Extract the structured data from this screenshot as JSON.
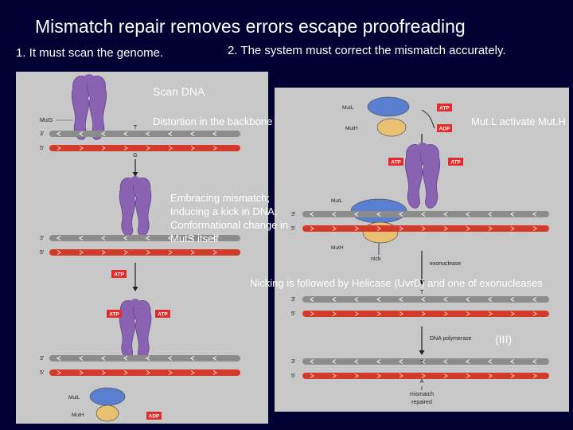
{
  "title": "Mismatch repair removes errors escape proofreading",
  "subtitle_left": "1. It must scan the genome.",
  "subtitle_right": "2. The system must correct the mismatch accurately.",
  "overlays": {
    "scan": "Scan DNA",
    "distortion": "Distortion in the backbone",
    "activate": "Mut.L activate Mut.H",
    "embrace": [
      "Embracing mismatch;",
      "Inducing a kick in DNA;",
      "Conformational change in",
      "MutS itself"
    ],
    "nicking": "Nicking is followed by Helicase (UvrD) and one of exonucleases",
    "pol_note": "(III)"
  },
  "figure_labels": {
    "muts": "MutS",
    "mutl": "MutL",
    "muth": "MutH",
    "atp": "ATP",
    "adp": "ADP",
    "g": "G",
    "t": "T",
    "a": "A",
    "strand3": "3′",
    "strand5": "5′",
    "nick": "nick",
    "exonuclease": "exonuclease",
    "dna_polymerase": "DNA polymerase",
    "mismatch_repaired": [
      "mismatch",
      "repaired"
    ]
  },
  "colors": {
    "background": "#000033",
    "panel": "#c8c8c8",
    "muts": "#8a62b2",
    "mutl": "#5a7fd0",
    "muth": "#e8c070",
    "strand_top": "#8c8c8c",
    "strand_bottom": "#d43a2a",
    "tag": "#e32b2b"
  }
}
